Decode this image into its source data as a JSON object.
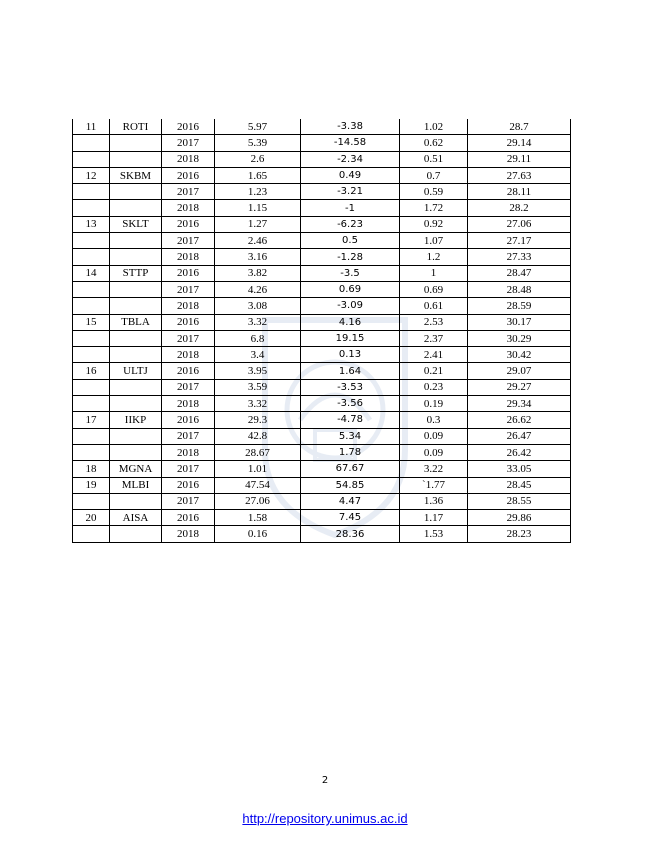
{
  "table": {
    "rows": [
      {
        "no": "11",
        "code": "ROTI",
        "year": "2016",
        "v1": "5.97",
        "v2": "-3.38",
        "v3": "1.02",
        "v4": "28.7"
      },
      {
        "no": "",
        "code": "",
        "year": "2017",
        "v1": "5.39",
        "v2": "-14.58",
        "v3": "0.62",
        "v4": "29.14"
      },
      {
        "no": "",
        "code": "",
        "year": "2018",
        "v1": "2.6",
        "v2": "-2.34",
        "v3": "0.51",
        "v4": "29.11"
      },
      {
        "no": "12",
        "code": "SKBM",
        "year": "2016",
        "v1": "1.65",
        "v2": "0.49",
        "v3": "0.7",
        "v4": "27.63"
      },
      {
        "no": "",
        "code": "",
        "year": "2017",
        "v1": "1.23",
        "v2": "-3.21",
        "v3": "0.59",
        "v4": "28.11"
      },
      {
        "no": "",
        "code": "",
        "year": "2018",
        "v1": "1.15",
        "v2": "-1",
        "v3": "1.72",
        "v4": "28.2"
      },
      {
        "no": "13",
        "code": "SKLT",
        "year": "2016",
        "v1": "1.27",
        "v2": "-6.23",
        "v3": "0.92",
        "v4": "27.06"
      },
      {
        "no": "",
        "code": "",
        "year": "2017",
        "v1": "2.46",
        "v2": "0.5",
        "v3": "1.07",
        "v4": "27.17"
      },
      {
        "no": "",
        "code": "",
        "year": "2018",
        "v1": "3.16",
        "v2": "-1.28",
        "v3": "1.2",
        "v4": "27.33"
      },
      {
        "no": "14",
        "code": "STTP",
        "year": "2016",
        "v1": "3.82",
        "v2": "-3.5",
        "v3": "1",
        "v4": "28.47"
      },
      {
        "no": "",
        "code": "",
        "year": "2017",
        "v1": "4.26",
        "v2": "0.69",
        "v3": "0.69",
        "v4": "28.48"
      },
      {
        "no": "",
        "code": "",
        "year": "2018",
        "v1": "3.08",
        "v2": "-3.09",
        "v3": "0.61",
        "v4": "28.59"
      },
      {
        "no": "15",
        "code": "TBLA",
        "year": "2016",
        "v1": "3.32",
        "v2": "4.16",
        "v3": "2.53",
        "v4": "30.17"
      },
      {
        "no": "",
        "code": "",
        "year": "2017",
        "v1": "6.8",
        "v2": "19.15",
        "v3": "2.37",
        "v4": "30.29"
      },
      {
        "no": "",
        "code": "",
        "year": "2018",
        "v1": "3.4",
        "v2": "0.13",
        "v3": "2.41",
        "v4": "30.42"
      },
      {
        "no": "16",
        "code": "ULTJ",
        "year": "2016",
        "v1": "3.95",
        "v2": "1.64",
        "v3": "0.21",
        "v4": "29.07"
      },
      {
        "no": "",
        "code": "",
        "year": "2017",
        "v1": "3.59",
        "v2": "-3.53",
        "v3": "0.23",
        "v4": "29.27"
      },
      {
        "no": "",
        "code": "",
        "year": "2018",
        "v1": "3.32",
        "v2": "-3.56",
        "v3": "0.19",
        "v4": "29.34"
      },
      {
        "no": "17",
        "code": "IIKP",
        "year": "2016",
        "v1": "29.3",
        "v2": "-4.78",
        "v3": "0.3",
        "v4": "26.62"
      },
      {
        "no": "",
        "code": "",
        "year": "2017",
        "v1": "42.8",
        "v2": "5.34",
        "v3": "0.09",
        "v4": "26.47"
      },
      {
        "no": "",
        "code": "",
        "year": "2018",
        "v1": "28.67",
        "v2": "1.78",
        "v3": "0.09",
        "v4": "26.42"
      },
      {
        "no": "18",
        "code": "MGNA",
        "year": "2017",
        "v1": "1.01",
        "v2": "67.67",
        "v3": "3.22",
        "v4": "33.05"
      },
      {
        "no": "19",
        "code": "MLBI",
        "year": "2016",
        "v1": "47.54",
        "v2": "54.85",
        "v3": "`1.77",
        "v4": "28.45"
      },
      {
        "no": "",
        "code": "",
        "year": "2017",
        "v1": "27.06",
        "v2": "4.47",
        "v3": "1.36",
        "v4": "28.55"
      },
      {
        "no": "20",
        "code": "AISA",
        "year": "2016",
        "v1": "1.58",
        "v2": "7.45",
        "v3": "1.17",
        "v4": "29.86"
      },
      {
        "no": "",
        "code": "",
        "year": "2018",
        "v1": "0.16",
        "v2": "28.36",
        "v3": "1.53",
        "v4": "28.23"
      }
    ]
  },
  "page_number": "2",
  "footer": {
    "link_text": "http://repository.unimus.ac.id",
    "link_color": "#0000ee"
  },
  "watermark": {
    "icon": "university-seal-icon"
  }
}
